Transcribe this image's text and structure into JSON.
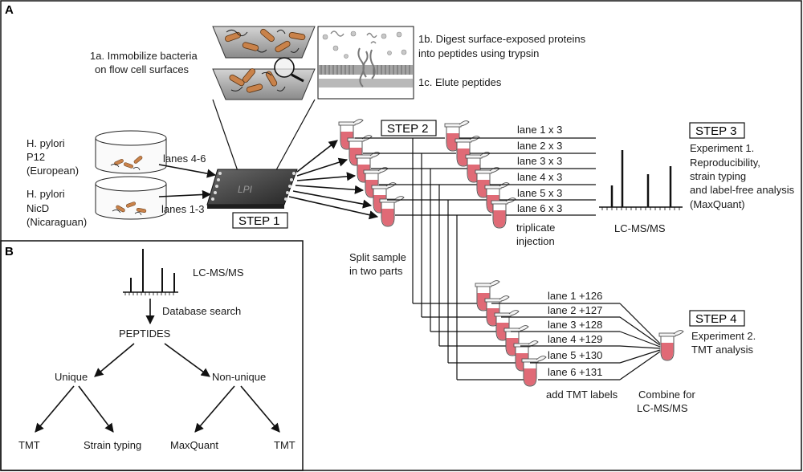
{
  "panel_a": {
    "letter": "A",
    "step1_text": {
      "immobilize_line1": "1a. Immobilize bacteria",
      "immobilize_line2": "on flow cell surfaces",
      "digest_line1": "1b. Digest surface-exposed proteins",
      "digest_line2": "into peptides using trypsin",
      "elute": "1c. Elute peptides"
    },
    "strains": [
      {
        "line1": "H. pylori",
        "line2": "P12",
        "line3": "(European)",
        "lanes": "lanes 4-6"
      },
      {
        "line1": "H. pylori",
        "line2": "NicD",
        "line3": "(Nicaraguan)",
        "lanes": "lanes 1-3"
      }
    ],
    "chip_label": "LPI",
    "step1": "STEP 1",
    "step2": "STEP 2",
    "step3": "STEP 3",
    "step4": "STEP 4",
    "split_line1": "Split sample",
    "split_line2": "in two parts",
    "exp1_lanes": [
      "lane 1 x 3",
      "lane 2 x 3",
      "lane 3 x 3",
      "lane 4 x 3",
      "lane 5 x 3",
      "lane 6 x 3"
    ],
    "triplicate_line1": "triplicate",
    "triplicate_line2": "injection",
    "lcms": "LC-MS/MS",
    "exp1_line1": "Experiment 1.",
    "exp1_line2": "Reproducibility,",
    "exp1_line3": "strain typing",
    "exp1_line4": "and label-free analysis",
    "exp1_line5": "(MaxQuant)",
    "tmt_lanes": [
      "lane 1 +126",
      "lane 2 +127",
      "lane 3 +128",
      "lane 4 +129",
      "lane 5 +130",
      "lane 6 +131"
    ],
    "add_tmt": "add TMT labels",
    "combine_line1": "Combine for",
    "combine_line2": "LC-MS/MS",
    "exp2_line1": "Experiment 2.",
    "exp2_line2": "TMT analysis"
  },
  "panel_b": {
    "letter": "B",
    "lcms": "LC-MS/MS",
    "db_search": "Database search",
    "peptides": "PEPTIDES",
    "unique": "Unique",
    "non_unique": "Non-unique",
    "leaves": [
      "TMT",
      "Strain typing",
      "MaxQuant",
      "TMT"
    ]
  },
  "colors": {
    "tube_fill": "#e06a76",
    "bacteria": "#c9824a",
    "chip": "#3a3a3a"
  }
}
